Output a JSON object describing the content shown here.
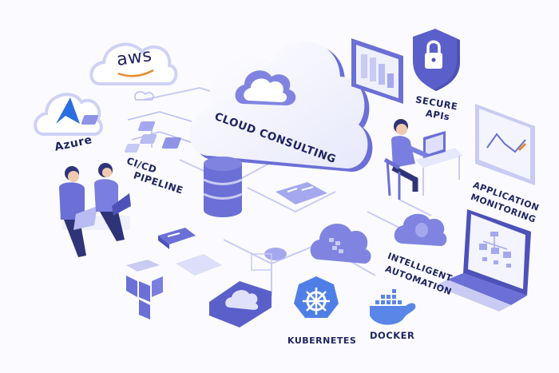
{
  "illustration": {
    "title": "Cloud Consulting",
    "colors": {
      "background": "#fbfbff",
      "primary": "#6b6fd6",
      "primary_dark": "#4d51b8",
      "primary_light": "#c9cbf3",
      "text": "#1f2460",
      "aws_orange": "#e8892b",
      "azure_blue": "#2b6ee0",
      "k8s_blue": "#4f7fe6",
      "docker_blue": "#5a86e8"
    },
    "labels": {
      "center": "CLOUD CONSULTING",
      "aws": "aws",
      "azure": "Azure",
      "cicd_line1": "CI/CD",
      "cicd_line2": "PIPELINE",
      "secure_line1": "SECURE",
      "secure_line2": "APIs",
      "monitoring_line1": "APPLICATION",
      "monitoring_line2": "MONITORING",
      "automation_line1": "INTELLIGENT",
      "automation_line2": "AUTOMATION",
      "kubernetes": "KUBERNETES",
      "docker": "DOCKER"
    },
    "icons": [
      "aws-cloud-icon",
      "azure-cloud-icon",
      "cloud-consulting-icon",
      "dashboard-monitor-icon",
      "shield-lock-icon",
      "developer-desk-icon",
      "line-chart-monitor-icon",
      "pipeline-flow-icon",
      "database-icon",
      "people-laptops-icon",
      "server-card-icon",
      "terraform-icon",
      "cloud-tile-icon",
      "kubernetes-icon",
      "docker-icon",
      "automation-cloud-icon",
      "laptop-diagram-icon",
      "firewall-cloud-icon"
    ]
  }
}
